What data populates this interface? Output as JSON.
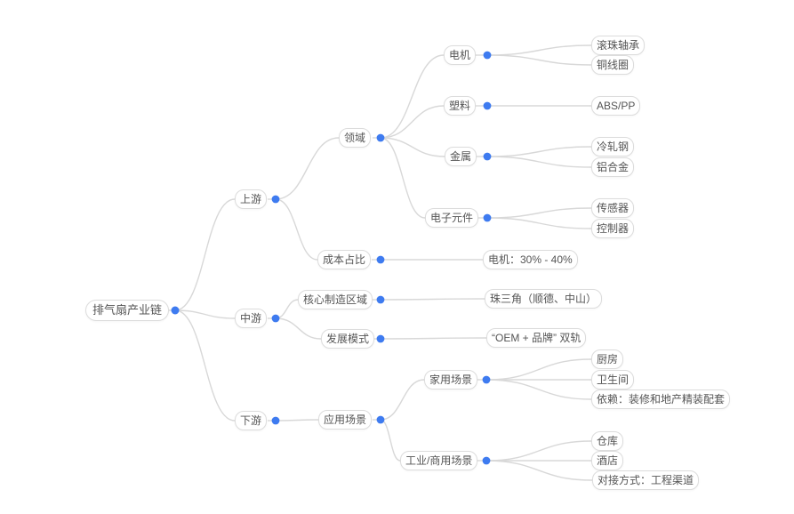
{
  "colors": {
    "accent_dot": "#3e7bf0",
    "edge": "#d8d8d8",
    "node_border": "#dcdcdc",
    "node_text": "#555555",
    "canvas_background": "#ffffff"
  },
  "tree": {
    "label": "排气扇产业链",
    "children": [
      {
        "label": "上游",
        "children": [
          {
            "label": "领域",
            "children": [
              {
                "label": "电机",
                "children": [
                  {
                    "label": "滚珠轴承"
                  },
                  {
                    "label": "铜线圈"
                  }
                ]
              },
              {
                "label": "塑料",
                "children": [
                  {
                    "label": "ABS/PP"
                  }
                ]
              },
              {
                "label": "金属",
                "children": [
                  {
                    "label": "冷轧钢"
                  },
                  {
                    "label": "铝合金"
                  }
                ]
              },
              {
                "label": "电子元件",
                "children": [
                  {
                    "label": "传感器"
                  },
                  {
                    "label": "控制器"
                  }
                ]
              }
            ]
          },
          {
            "label": "成本占比",
            "children": [
              {
                "label": "电机：30% - 40%"
              }
            ]
          }
        ]
      },
      {
        "label": "中游",
        "children": [
          {
            "label": "核心制造区域",
            "children": [
              {
                "label": "珠三角（顺德、中山）"
              }
            ]
          },
          {
            "label": "发展模式",
            "children": [
              {
                "label": "“OEM + 品牌” 双轨"
              }
            ]
          }
        ]
      },
      {
        "label": "下游",
        "children": [
          {
            "label": "应用场景",
            "children": [
              {
                "label": "家用场景",
                "children": [
                  {
                    "label": "厨房"
                  },
                  {
                    "label": "卫生间"
                  },
                  {
                    "label": "依赖：装修和地产精装配套"
                  }
                ]
              },
              {
                "label": "工业/商用场景",
                "children": [
                  {
                    "label": "仓库"
                  },
                  {
                    "label": "酒店"
                  },
                  {
                    "label": "对接方式：工程渠道"
                  }
                ]
              }
            ]
          }
        ]
      }
    ]
  }
}
